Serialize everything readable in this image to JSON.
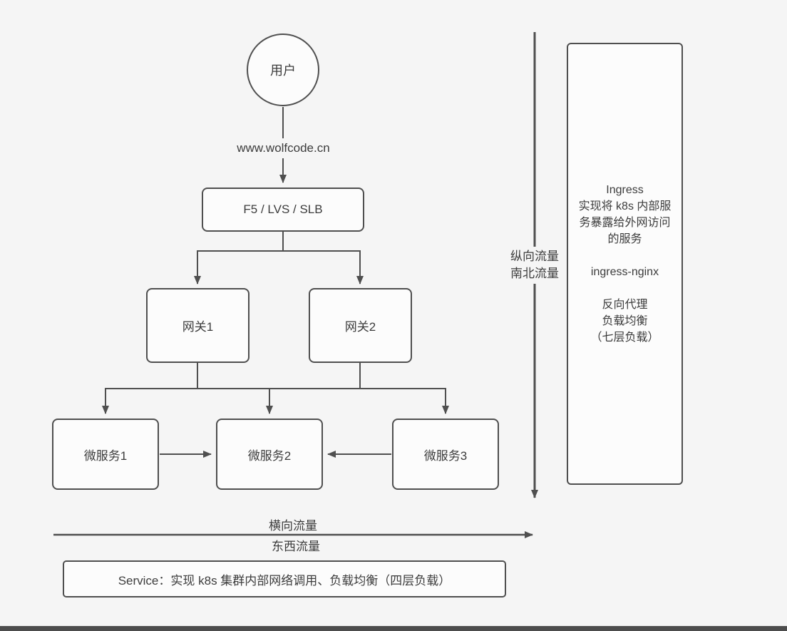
{
  "diagram": {
    "user_node": {
      "label": "用户"
    },
    "domain_label": "www.wolfcode.cn",
    "lb_node": {
      "label": "F5 / LVS / SLB"
    },
    "gateways": [
      {
        "label": "网关1"
      },
      {
        "label": "网关2"
      }
    ],
    "microservices": [
      {
        "label": "微服务1"
      },
      {
        "label": "微服务2"
      },
      {
        "label": "微服务3"
      }
    ],
    "vertical_traffic": {
      "line1": "纵向流量",
      "line2": "南北流量"
    },
    "horizontal_traffic": {
      "line1": "横向流量",
      "line2": "东西流量"
    },
    "ingress_panel": {
      "title": "Ingress",
      "description": "实现将 k8s 内部服务暴露给外网访问的服务",
      "tool": "ingress-nginx",
      "features": [
        "反向代理",
        "负载均衡",
        "（七层负载）"
      ]
    },
    "service_note": "Service：实现 k8s 集群内部网络调用、负载均衡（四层负载）",
    "colors": {
      "line": "#4f4f4f",
      "background": "#f5f5f5",
      "box_fill": "#fcfcfc"
    }
  }
}
